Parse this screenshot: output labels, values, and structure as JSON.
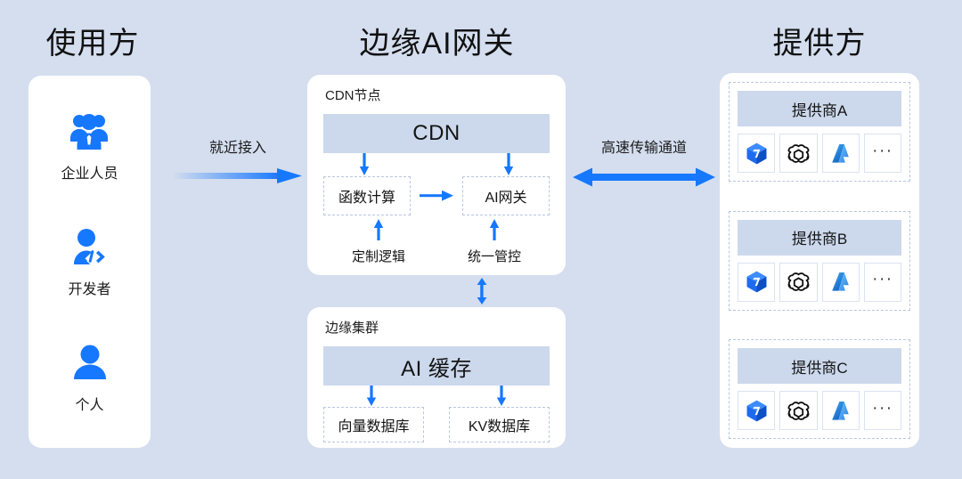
{
  "columns": {
    "consumer_title": "使用方",
    "gateway_title": "边缘AI网关",
    "provider_title": "提供方"
  },
  "consumer": {
    "personas": [
      {
        "icon": "enterprise-staff-icon",
        "label": "企业人员"
      },
      {
        "icon": "developer-icon",
        "label": "开发者"
      },
      {
        "icon": "individual-user-icon",
        "label": "个人"
      }
    ]
  },
  "flows": {
    "access": {
      "label": "就近接入",
      "direction": "right",
      "style": "gradient"
    },
    "transit": {
      "label": "高速传输通道",
      "direction": "both",
      "style": "solid"
    }
  },
  "gateway": {
    "cdn_node": {
      "caption": "CDN节点",
      "band_label": "CDN",
      "boxes": [
        {
          "label": "函数计算",
          "sub_caption": "定制逻辑"
        },
        {
          "label": "AI网关",
          "sub_caption": "统一管控"
        }
      ],
      "inner_arrow": "→"
    },
    "edge_cluster": {
      "caption": "边缘集群",
      "band_label": "AI 缓存",
      "boxes": [
        {
          "label": "向量数据库"
        },
        {
          "label": "KV数据库"
        }
      ]
    }
  },
  "providers": {
    "groups": [
      {
        "name": "提供商A",
        "logos": [
          "qwen-logo-icon",
          "openai-logo-icon",
          "azure-logo-icon",
          "more-ellipsis-icon"
        ]
      },
      {
        "name": "提供商B",
        "logos": [
          "qwen-logo-icon",
          "openai-logo-icon",
          "azure-logo-icon",
          "more-ellipsis-icon"
        ]
      },
      {
        "name": "提供商C",
        "logos": [
          "qwen-logo-icon",
          "openai-logo-icon",
          "azure-logo-icon",
          "more-ellipsis-icon"
        ]
      }
    ],
    "more_glyph": "···"
  },
  "colors": {
    "page_background": "#d4deef",
    "card_background": "#ffffff",
    "band_fill": "#ccd8ec",
    "accent_blue": "#1677ff",
    "dashed_border": "#b9c6dd"
  }
}
